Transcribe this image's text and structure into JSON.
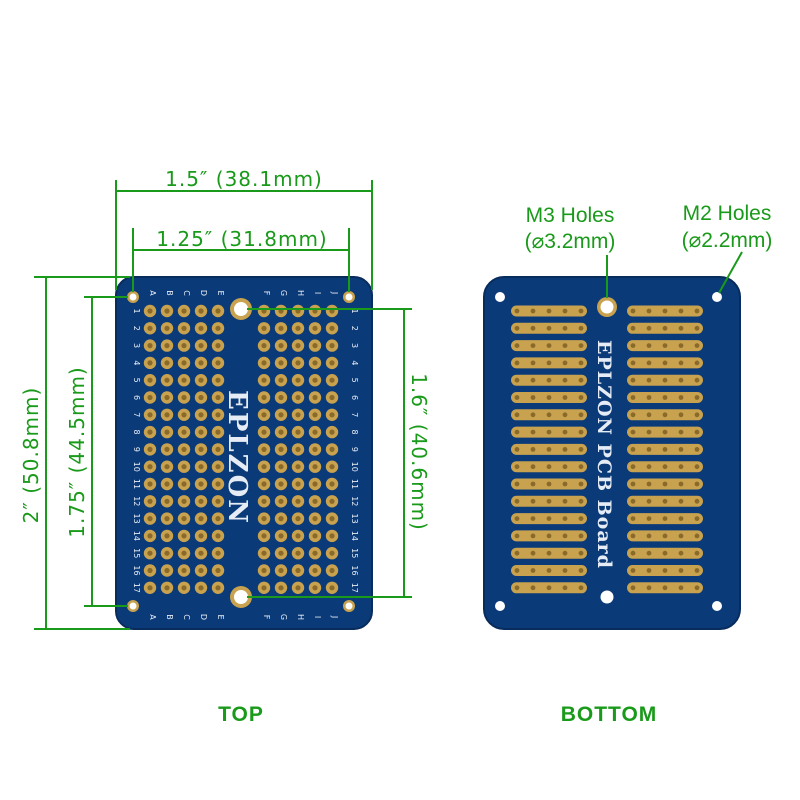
{
  "colors": {
    "board": "#0b3a78",
    "board_edge": "#082c5c",
    "pad": "#c8a24e",
    "pad_hole": "#8a6a2a",
    "dimension": "#1a9a1a",
    "silkscreen": "#e6ecf5"
  },
  "top_view": {
    "caption": "TOP",
    "brand": "EPLZON",
    "column_letters_left": [
      "A",
      "B",
      "C",
      "D",
      "E"
    ],
    "column_letters_right": [
      "F",
      "G",
      "H",
      "I",
      "J"
    ],
    "row_numbers": [
      "1",
      "2",
      "3",
      "4",
      "5",
      "6",
      "7",
      "8",
      "9",
      "10",
      "11",
      "12",
      "13",
      "14",
      "15",
      "16",
      "17"
    ],
    "dimensions": {
      "width_outer": "1.5″ (38.1mm)",
      "width_holes": "1.25″ (31.8mm)",
      "height_outer": "2″ (50.8mm)",
      "height_holes": "1.75″ (44.5mm)",
      "height_m3": "1.6″ (40.6mm)"
    }
  },
  "bottom_view": {
    "caption": "BOTTOM",
    "brand": "EPLZON PCB Board",
    "m3_label": "M3 Holes",
    "m3_size": "(⌀3.2mm)",
    "m2_label": "M2 Holes",
    "m2_size": "(⌀2.2mm)"
  }
}
